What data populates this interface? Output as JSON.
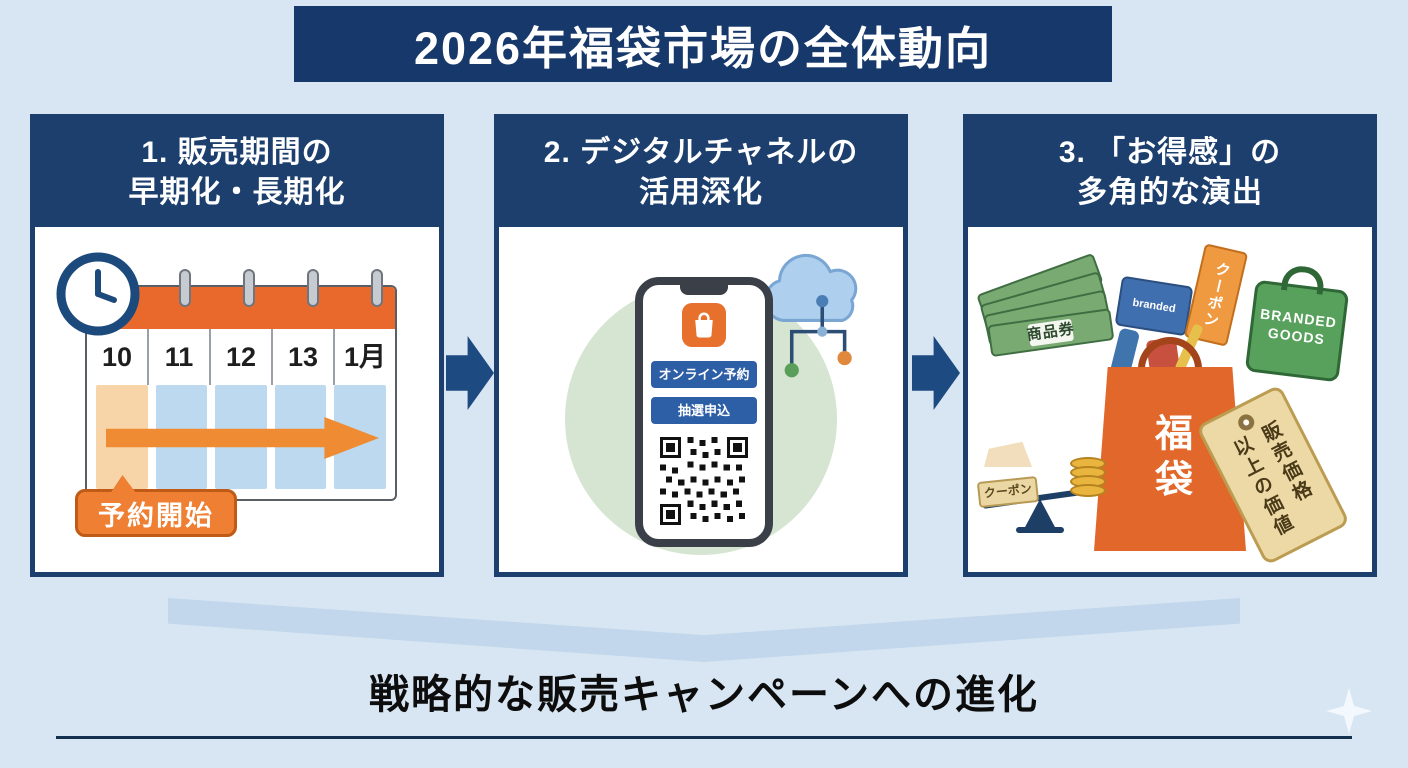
{
  "title": "2026年福袋市場の全体動向",
  "cards": [
    {
      "header_line1": "1. 販売期間の",
      "header_line2": "早期化・長期化",
      "calendar": {
        "months": [
          "10",
          "11",
          "12",
          "13",
          "1月"
        ]
      },
      "bubble_label": "予約開始"
    },
    {
      "header_line1": "2. デジタルチャネルの",
      "header_line2": "活用深化",
      "phone": {
        "reserve_button": "オンライン予約",
        "lottery_button": "抽選申込"
      }
    },
    {
      "header_line1": "3. 「お得感」の",
      "header_line2": "多角的な演出",
      "items": {
        "gift_certificate": "商品券",
        "branded_card": "branded",
        "coupon_ticket": "クーポン",
        "branded_bag_line1": "BRANDED",
        "branded_bag_line2": "GOODS",
        "lucky_bag": "福袋",
        "price_tag_line1": "販売価格",
        "price_tag_line2": "以上の価値",
        "scale_coupon": "クーポン"
      }
    }
  ],
  "footer": "戦略的な販売キャンペーンへの進化",
  "colors": {
    "background": "#d8e6f3",
    "navy": "#1c3f6e",
    "orange": "#e8702d",
    "light_blue_band": "#c2d7eb",
    "calendar_cell_blue": "#bcd9ef",
    "calendar_cell_warm": "#f8d5a8",
    "green_circle": "#d5e5d1"
  }
}
